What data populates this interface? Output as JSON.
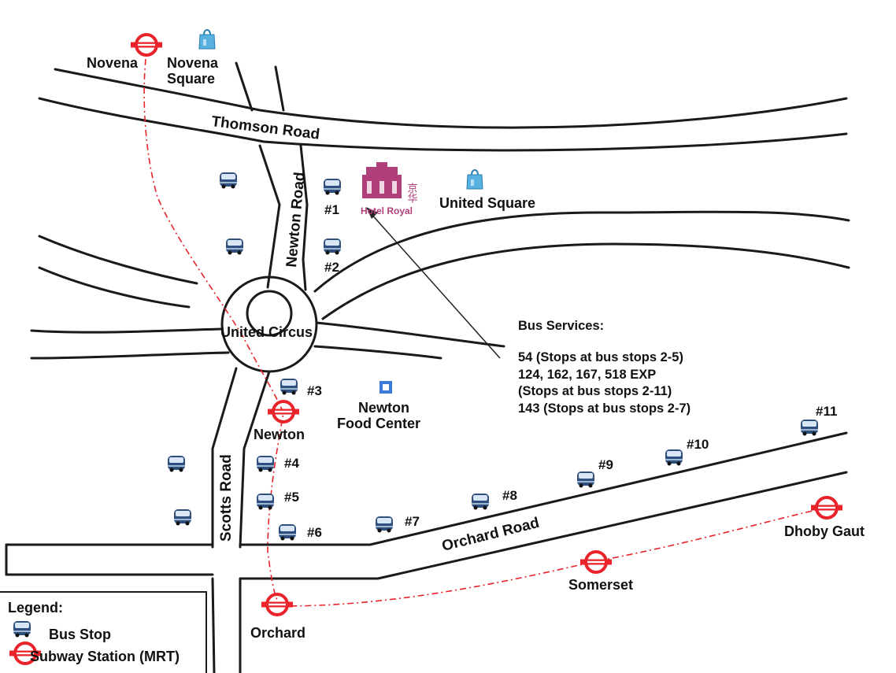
{
  "roads": {
    "thomson": "Thomson Road",
    "newton": "Newton Road",
    "scotts": "Scotts Road",
    "orchard": "Orchard Road",
    "circus": "United Circus"
  },
  "places": {
    "novena_square_1": "Novena",
    "novena_square_2": "Square",
    "united_square": "United Square",
    "hotel_royal": "Hotel Royal",
    "hotel_chinese": "京华",
    "newton_food_1": "Newton",
    "newton_food_2": "Food Center"
  },
  "mrt": {
    "novena": "Novena",
    "newton": "Newton",
    "orchard": "Orchard",
    "somerset": "Somerset",
    "dhoby_gaut": "Dhoby Gaut"
  },
  "bus_stops": [
    "#1",
    "#2",
    "#3",
    "#4",
    "#5",
    "#6",
    "#7",
    "#8",
    "#9",
    "#10",
    "#11"
  ],
  "bus_services": {
    "title": "Bus Services:",
    "lines": [
      "54 (Stops at bus stops 2-5)",
      "124, 162, 167, 518 EXP",
      "(Stops at bus stops 2-11)",
      "143 (Stops at bus stops 2-7)"
    ]
  },
  "legend": {
    "title": "Legend:",
    "bus_stop": "Bus Stop",
    "subway": "Subway Station (MRT)"
  },
  "colors": {
    "road_line": "#1a1a1a",
    "mrt_red": "#e8232a",
    "mrt_route": "#e8232a",
    "hotel_purple": "#b0407a",
    "bus_blue": "#3a5a8a",
    "shopping_blue": "#4fa6d6"
  },
  "icons": {
    "bus_stop": "bus-icon",
    "mrt_station": "mrt-icon",
    "shopping": "shopping-bag-icon",
    "food_center": "food-center-icon"
  }
}
